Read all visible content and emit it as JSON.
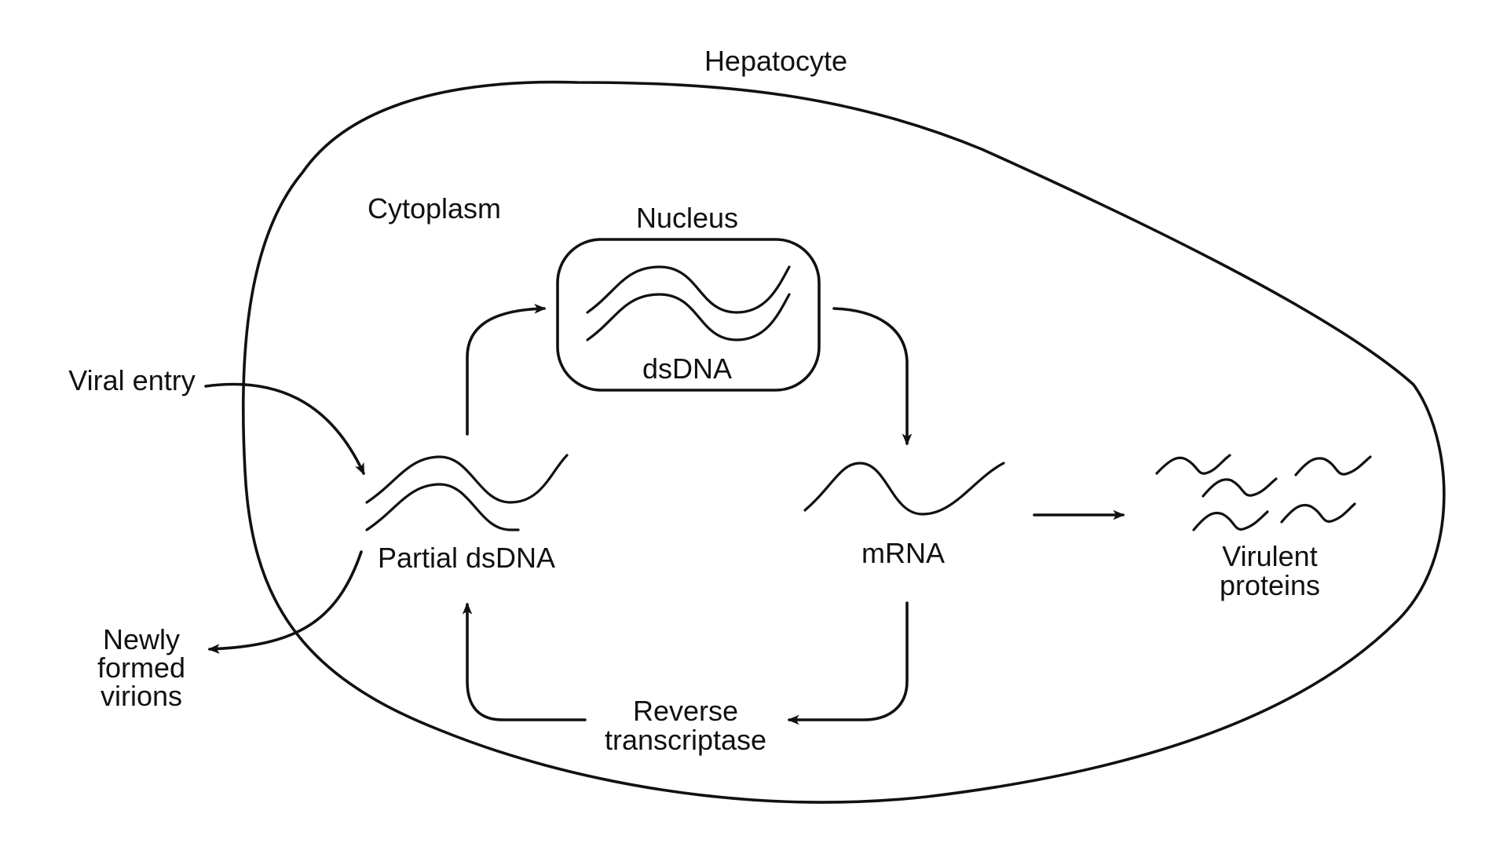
{
  "labels": {
    "cell": "Hepatocyte",
    "cytoplasm": "Cytoplasm",
    "nucleus": "Nucleus",
    "nuclear_dna": "dsDNA",
    "viral_entry": "Viral entry",
    "partial_dsdna": "Partial dsDNA",
    "mrna": "mRNA",
    "proteins_line1": "Virulent",
    "proteins_line2": "proteins",
    "virions_line1": "Newly",
    "virions_line2": "formed",
    "virions_line3": "virions",
    "rt_line1": "Reverse",
    "rt_line2": "transcriptase"
  }
}
